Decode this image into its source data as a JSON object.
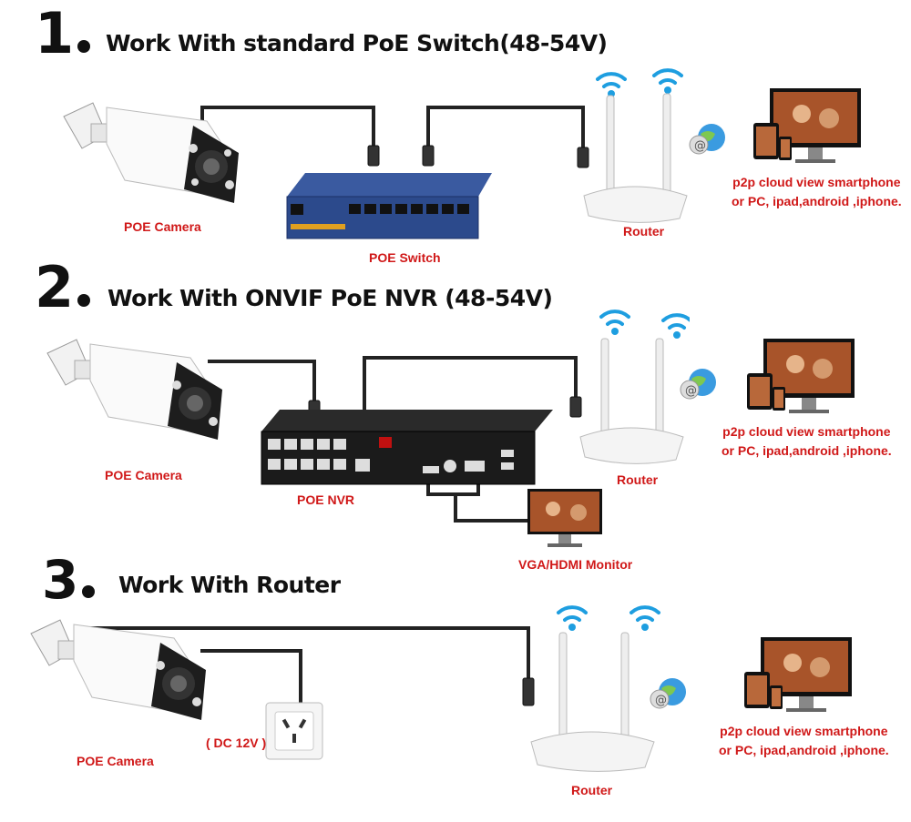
{
  "sections": [
    {
      "number": "1",
      "title": "Work With standard PoE Switch(48-54V)",
      "camera_label": "POE Camera",
      "device_label": "POE Switch",
      "router_label": "Router",
      "view_line1": "p2p cloud view smartphone",
      "view_line2": "or PC, ipad,android ,iphone."
    },
    {
      "number": "2",
      "title": "Work With ONVIF PoE NVR (48-54V)",
      "camera_label": "POE Camera",
      "device_label": "POE NVR",
      "router_label": "Router",
      "monitor_label": "VGA/HDMI Monitor",
      "view_line1": "p2p cloud view smartphone",
      "view_line2": "or PC, ipad,android ,iphone."
    },
    {
      "number": "3",
      "title": "Work With Router",
      "camera_label": "POE Camera",
      "power_label": "( DC 12V )",
      "router_label": "Router",
      "view_line1": "p2p cloud view smartphone",
      "view_line2": "or PC, ipad,android ,iphone."
    }
  ],
  "colors": {
    "label_red": "#d01818",
    "cable": "#222222",
    "switch_blue": "#2c4a8c",
    "nvr_black": "#1b1b1b"
  }
}
